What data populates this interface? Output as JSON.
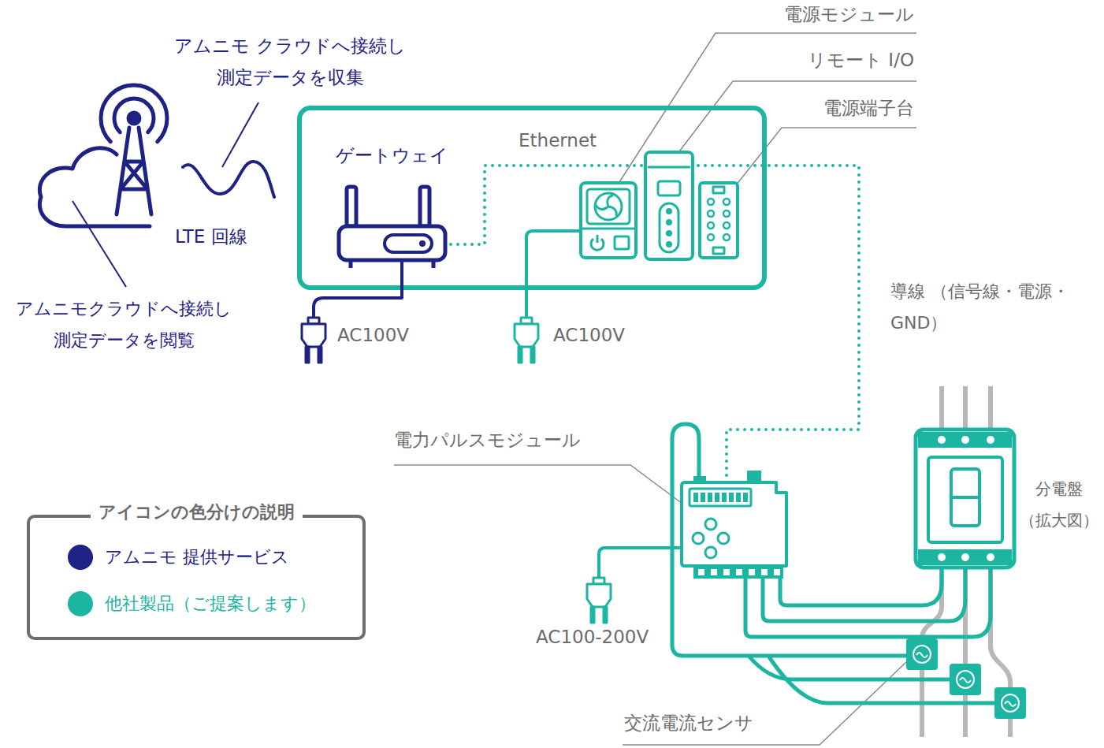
{
  "diagram": {
    "nodes": [
      {
        "text": [
          "ゲートウェイ"
        ]
      }
    ],
    "edges": [],
    "labels": [
      "アムニモ クラウドへ接続し 測定データを収集",
      "LTE 回線",
      "アムニモクラウドへ接続し 測定データを閲覧",
      "Ethernet",
      "AC100V",
      "AC100V",
      "電源モジュール",
      "リモート I/O",
      "電源端子台",
      "導線 （信号線・電源・GND）",
      "電力パルスモジュール",
      "AC100-200V",
      "分電盤 （拡大図）",
      "交流電流センサ",
      "アイコンの色分けの説明"
    ],
    "legend": [
      {
        "text": "アムニモ 提供サービス",
        "color": "#1e2285"
      },
      {
        "text": "他社製品（ご提案します）",
        "color": "#1bb5a2"
      }
    ]
  }
}
